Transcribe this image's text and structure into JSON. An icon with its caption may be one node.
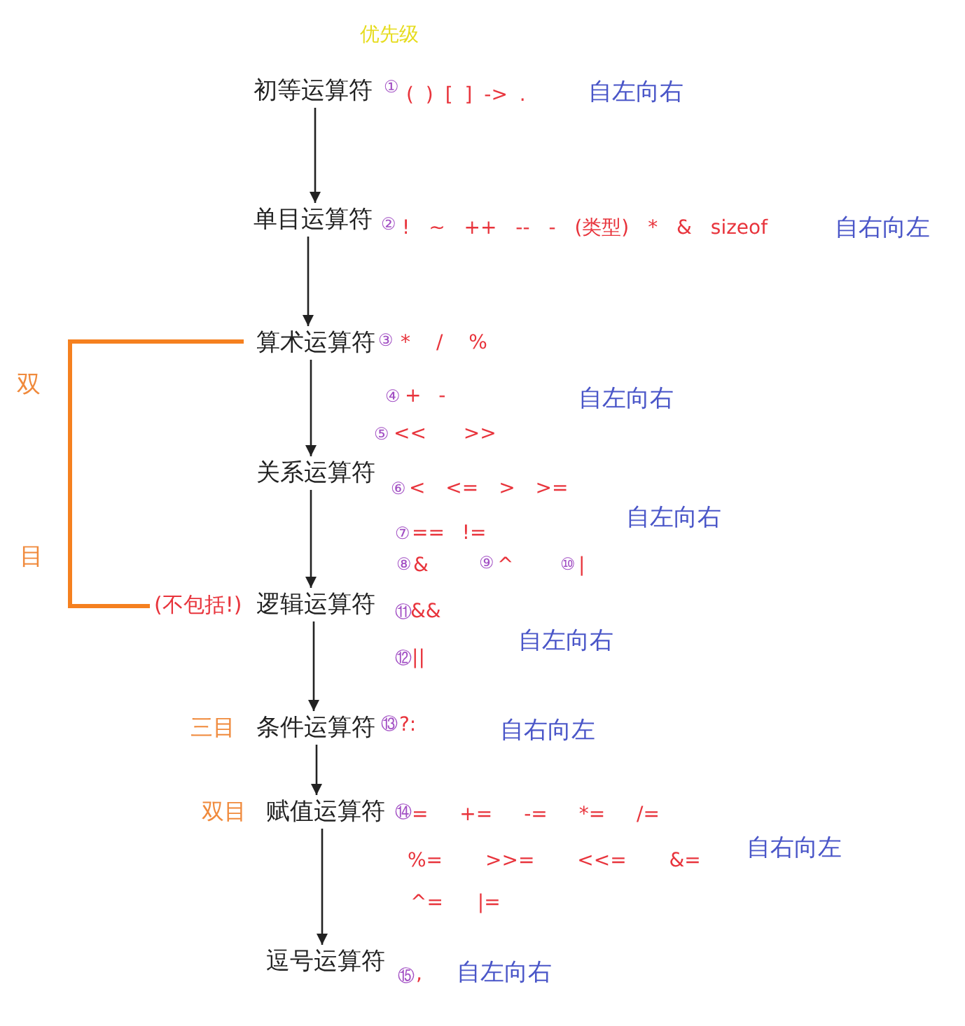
{
  "diagram": {
    "title": "优先级",
    "nodes": [
      {
        "text": [
          "初等运算符"
        ],
        "beside": [
          "①",
          "( ) [ ] -> .",
          "自左向右"
        ]
      },
      {
        "text": [
          "单目运算符"
        ],
        "beside": [
          "②",
          "! ~ ++ -- - (类型) * & sizeof",
          "自右向左"
        ]
      },
      {
        "text": [
          "算术运算符"
        ],
        "beside": [
          "③",
          "* / %",
          "④",
          "+ -",
          "自左向右",
          "⑤",
          "<< >>"
        ]
      },
      {
        "text": [
          "关系运算符"
        ],
        "beside": [
          "⑥",
          "< <= > >=",
          "自左向右",
          "⑦",
          "== !=",
          "⑧",
          "&",
          "⑨",
          "^",
          "⑩",
          "|"
        ]
      },
      {
        "text": [
          "逻辑运算符"
        ],
        "beside": [
          "(不包括!)",
          "⑪",
          "&&",
          "自左向右",
          "⑫",
          "||"
        ]
      },
      {
        "text": [
          "条件运算符"
        ],
        "beside": [
          "三目",
          "⑬",
          "?:",
          "自右向左"
        ]
      },
      {
        "text": [
          "赋值运算符"
        ],
        "beside": [
          "双目",
          "⑭",
          "= += -= *= /=",
          "%= >>= <<= &=",
          "自右向左",
          "^= |="
        ]
      },
      {
        "text": [
          "逗号运算符"
        ],
        "beside": [
          "⑮",
          ",",
          "自左向右"
        ]
      }
    ],
    "edges": [
      {
        "from": 0,
        "to": 1,
        "arrow": "to"
      },
      {
        "from": 1,
        "to": 2,
        "arrow": "to"
      },
      {
        "from": 2,
        "to": 3,
        "arrow": "to"
      },
      {
        "from": 3,
        "to": 4,
        "arrow": "to"
      },
      {
        "from": 4,
        "to": 5,
        "arrow": "to"
      },
      {
        "from": 5,
        "to": 6,
        "arrow": "to"
      },
      {
        "from": 6,
        "to": 7,
        "arrow": "to"
      }
    ],
    "labels": [
      "双",
      "目"
    ]
  }
}
